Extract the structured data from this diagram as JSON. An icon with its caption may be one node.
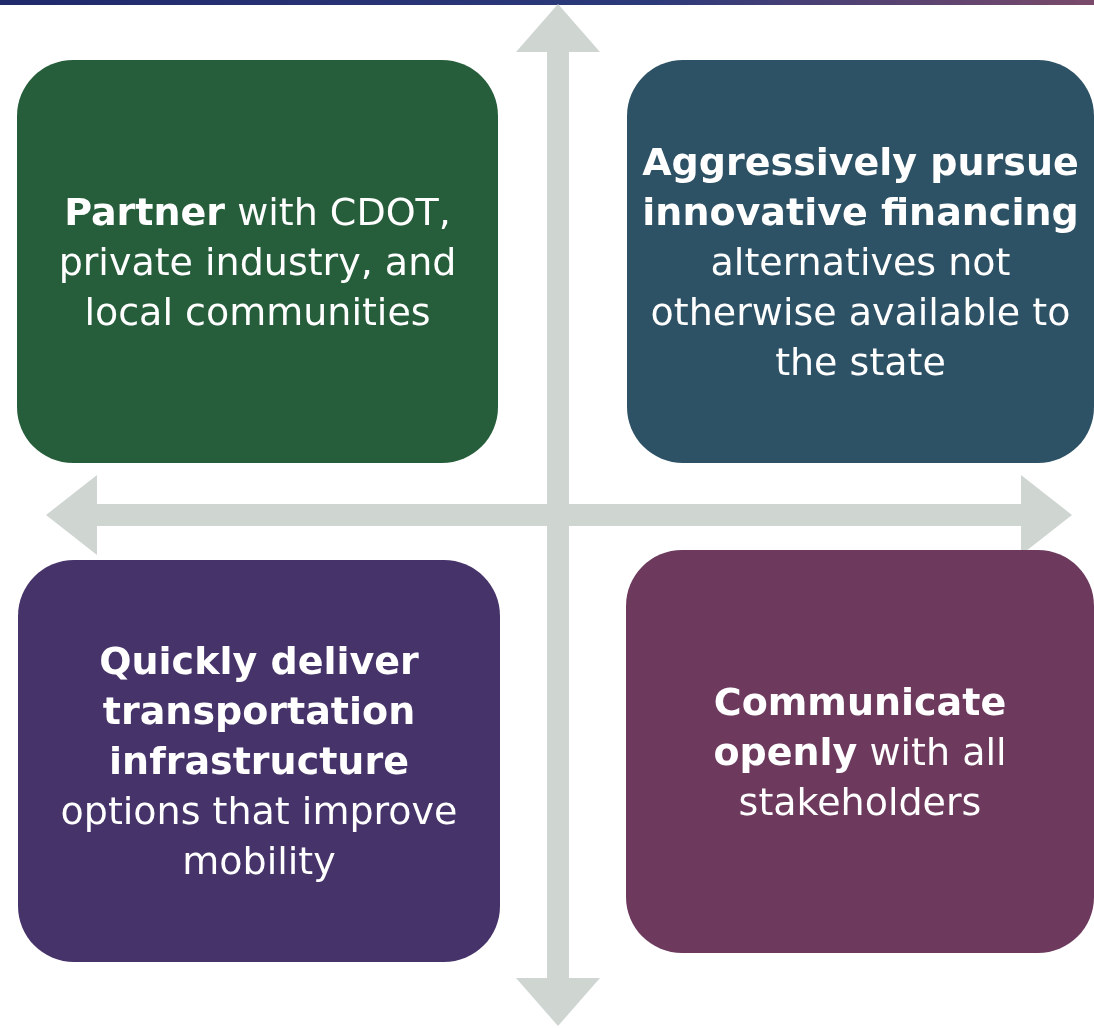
{
  "diagram": {
    "nodes": [
      {
        "text": [
          "**Partner** with CDOT, private industry, and local communities"
        ]
      },
      {
        "text": [
          "**Aggressively pursue innovative financing** alternatives not otherwise available to the state"
        ]
      },
      {
        "text": [
          "**Quickly deliver transportation infrastructure** options that improve mobility"
        ]
      },
      {
        "text": [
          "**Communicate openly** with all stakeholders"
        ]
      }
    ]
  }
}
